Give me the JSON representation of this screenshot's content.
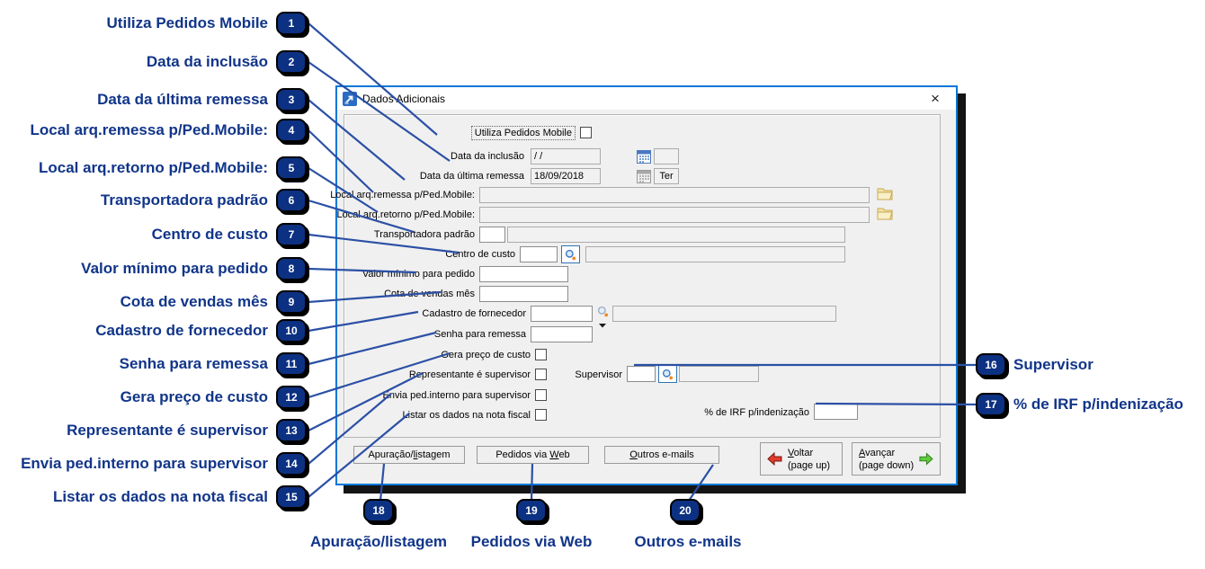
{
  "window": {
    "title": "Dados Adicionais",
    "close_glyph": "×"
  },
  "form": {
    "utiliza_pedidos_mobile": {
      "label": "Utiliza Pedidos Mobile",
      "checked": false
    },
    "data_inclusao": {
      "label": "Data da inclusão",
      "value": "/ /"
    },
    "data_ultima_remessa": {
      "label": "Data da última remessa",
      "value": "18/09/2018",
      "weekday": "Ter"
    },
    "local_remessa": {
      "label": "Local arq.remessa p/Ped.Mobile:",
      "value": ""
    },
    "local_retorno": {
      "label": "Local arq.retorno p/Ped.Mobile:",
      "value": ""
    },
    "transportadora": {
      "label": "Transportadora padrão",
      "code": "",
      "name": ""
    },
    "centro_custo": {
      "label": "Centro de custo",
      "code": "",
      "name": ""
    },
    "valor_minimo": {
      "label": "Valor mínimo para pedido",
      "value": ""
    },
    "cota_vendas": {
      "label": "Cota de vendas mês",
      "value": ""
    },
    "cadastro_fornecedor": {
      "label": "Cadastro de fornecedor",
      "code": "",
      "name": ""
    },
    "senha_remessa": {
      "label": "Senha para remessa",
      "value": ""
    },
    "gera_preco": {
      "label": "Gera preço de custo",
      "checked": false
    },
    "representante_supervisor": {
      "label": "Representante é supervisor",
      "checked": false
    },
    "supervisor": {
      "label": "Supervisor",
      "code": "",
      "name": ""
    },
    "envia_ped_interno": {
      "label": "Envia ped.interno para supervisor",
      "checked": false
    },
    "listar_dados_nf": {
      "label": "Listar os dados na nota fiscal",
      "checked": false
    },
    "irf": {
      "label": "% de IRF p/indenização",
      "value": ""
    }
  },
  "buttons": {
    "apuracao": {
      "pre": "Apuração/",
      "u": "li",
      "post": "stagem"
    },
    "pedidos": {
      "pre": "Pedidos via ",
      "u": "W",
      "post": "eb"
    },
    "outros": {
      "pre": "",
      "u": "O",
      "post": "utros e-mails"
    },
    "voltar": {
      "u": "V",
      "post": "oltar",
      "sub": "(page up)"
    },
    "avancar": {
      "u": "A",
      "post": "vançar",
      "sub": "(page down)"
    }
  },
  "callouts": {
    "left": [
      {
        "n": "1",
        "label": "Utiliza Pedidos Mobile"
      },
      {
        "n": "2",
        "label": "Data da inclusão"
      },
      {
        "n": "3",
        "label": "Data da última remessa"
      },
      {
        "n": "4",
        "label": "Local arq.remessa p/Ped.Mobile:"
      },
      {
        "n": "5",
        "label": "Local arq.retorno p/Ped.Mobile:"
      },
      {
        "n": "6",
        "label": "Transportadora padrão"
      },
      {
        "n": "7",
        "label": "Centro de custo"
      },
      {
        "n": "8",
        "label": "Valor mínimo para pedido"
      },
      {
        "n": "9",
        "label": "Cota de vendas mês"
      },
      {
        "n": "10",
        "label": "Cadastro de fornecedor"
      },
      {
        "n": "11",
        "label": "Senha para remessa"
      },
      {
        "n": "12",
        "label": "Gera preço de custo"
      },
      {
        "n": "13",
        "label": "Representante é supervisor"
      },
      {
        "n": "14",
        "label": "Envia ped.interno para supervisor"
      },
      {
        "n": "15",
        "label": "Listar os dados na nota fiscal"
      }
    ],
    "right": [
      {
        "n": "16",
        "label": "Supervisor"
      },
      {
        "n": "17",
        "label": "% de IRF p/indenização"
      }
    ],
    "bottom": [
      {
        "n": "18",
        "label": "Apuração/listagem"
      },
      {
        "n": "19",
        "label": "Pedidos via Web"
      },
      {
        "n": "20",
        "label": "Outros e-mails"
      }
    ]
  },
  "colors": {
    "callout_navy": "#0c3182",
    "callout_text": "#113589",
    "callout_line": "#2b50a5",
    "dialog_border": "#0078d7",
    "folder_yellow": "#f7ecc0",
    "arrow_red": "#e23b2e",
    "arrow_green": "#63ca3f"
  }
}
